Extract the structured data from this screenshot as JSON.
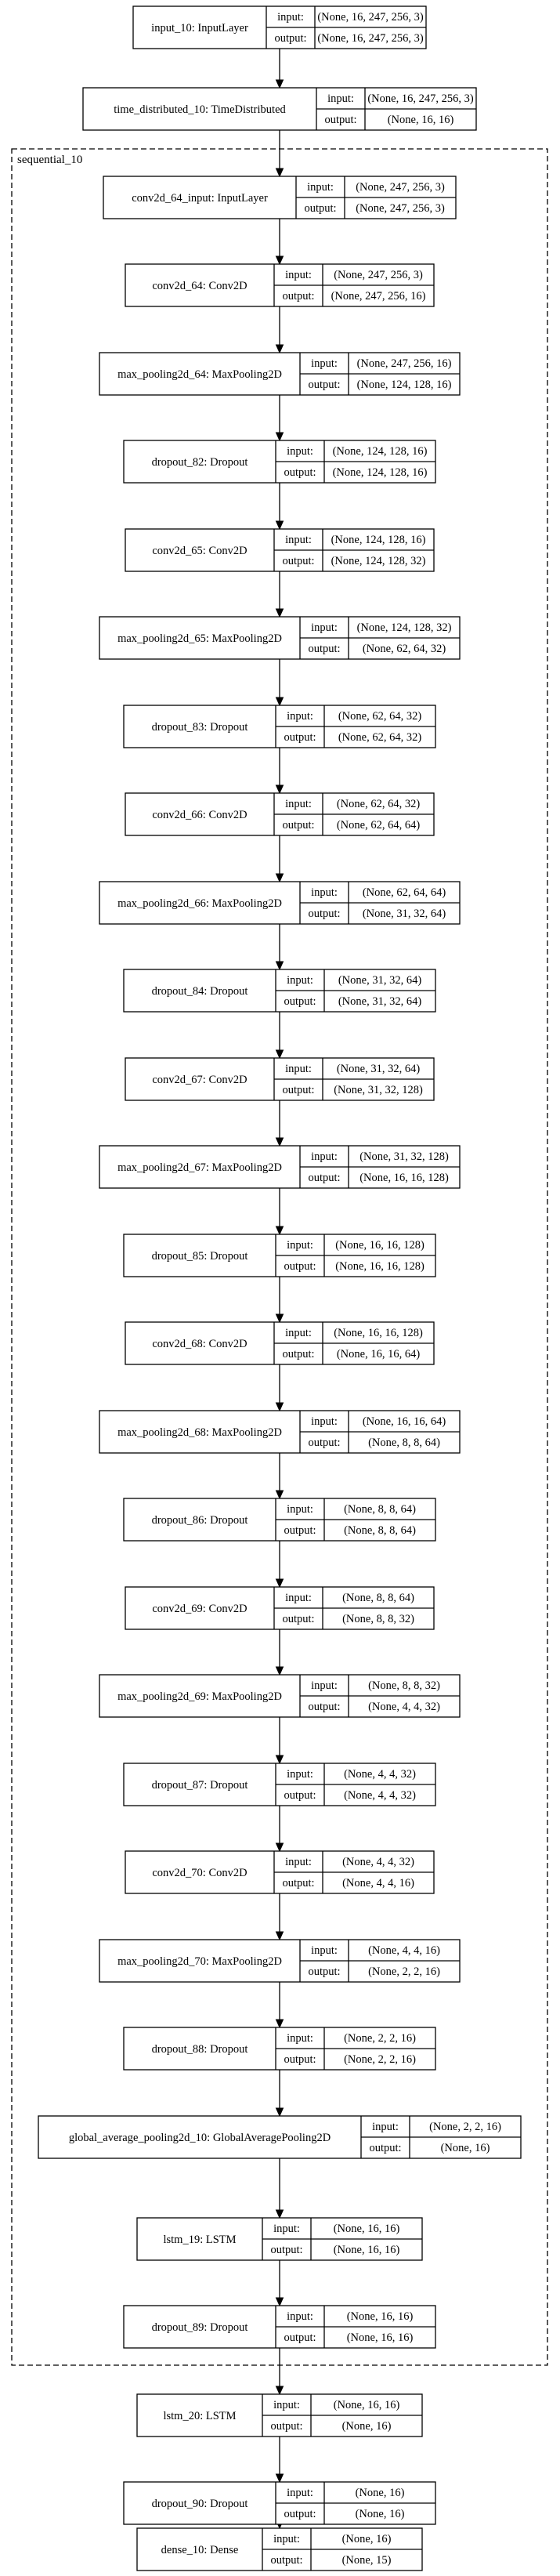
{
  "labels": {
    "input": "input:",
    "output": "output:"
  },
  "cluster": {
    "label": "sequential_10"
  },
  "nodes": [
    {
      "label": "input_10: InputLayer",
      "input": "(None, 16, 247, 256, 3)",
      "output": "(None, 16, 247, 256, 3)"
    },
    {
      "label": "time_distributed_10: TimeDistributed",
      "input": "(None, 16, 247, 256, 3)",
      "output": "(None, 16, 16)"
    },
    {
      "label": "conv2d_64_input: InputLayer",
      "input": "(None, 247, 256, 3)",
      "output": "(None, 247, 256, 3)"
    },
    {
      "label": "conv2d_64: Conv2D",
      "input": "(None, 247, 256, 3)",
      "output": "(None, 247, 256, 16)"
    },
    {
      "label": "max_pooling2d_64: MaxPooling2D",
      "input": "(None, 247, 256, 16)",
      "output": "(None, 124, 128, 16)"
    },
    {
      "label": "dropout_82: Dropout",
      "input": "(None, 124, 128, 16)",
      "output": "(None, 124, 128, 16)"
    },
    {
      "label": "conv2d_65: Conv2D",
      "input": "(None, 124, 128, 16)",
      "output": "(None, 124, 128, 32)"
    },
    {
      "label": "max_pooling2d_65: MaxPooling2D",
      "input": "(None, 124, 128, 32)",
      "output": "(None, 62, 64, 32)"
    },
    {
      "label": "dropout_83: Dropout",
      "input": "(None, 62, 64, 32)",
      "output": "(None, 62, 64, 32)"
    },
    {
      "label": "conv2d_66: Conv2D",
      "input": "(None, 62, 64, 32)",
      "output": "(None, 62, 64, 64)"
    },
    {
      "label": "max_pooling2d_66: MaxPooling2D",
      "input": "(None, 62, 64, 64)",
      "output": "(None, 31, 32, 64)"
    },
    {
      "label": "dropout_84: Dropout",
      "input": "(None, 31, 32, 64)",
      "output": "(None, 31, 32, 64)"
    },
    {
      "label": "conv2d_67: Conv2D",
      "input": "(None, 31, 32, 64)",
      "output": "(None, 31, 32, 128)"
    },
    {
      "label": "max_pooling2d_67: MaxPooling2D",
      "input": "(None, 31, 32, 128)",
      "output": "(None, 16, 16, 128)"
    },
    {
      "label": "dropout_85: Dropout",
      "input": "(None, 16, 16, 128)",
      "output": "(None, 16, 16, 128)"
    },
    {
      "label": "conv2d_68: Conv2D",
      "input": "(None, 16, 16, 128)",
      "output": "(None, 16, 16, 64)"
    },
    {
      "label": "max_pooling2d_68: MaxPooling2D",
      "input": "(None, 16, 16, 64)",
      "output": "(None, 8, 8, 64)"
    },
    {
      "label": "dropout_86: Dropout",
      "input": "(None, 8, 8, 64)",
      "output": "(None, 8, 8, 64)"
    },
    {
      "label": "conv2d_69: Conv2D",
      "input": "(None, 8, 8, 64)",
      "output": "(None, 8, 8, 32)"
    },
    {
      "label": "max_pooling2d_69: MaxPooling2D",
      "input": "(None, 8, 8, 32)",
      "output": "(None, 4, 4, 32)"
    },
    {
      "label": "dropout_87: Dropout",
      "input": "(None, 4, 4, 32)",
      "output": "(None, 4, 4, 32)"
    },
    {
      "label": "conv2d_70: Conv2D",
      "input": "(None, 4, 4, 32)",
      "output": "(None, 4, 4, 16)"
    },
    {
      "label": "max_pooling2d_70: MaxPooling2D",
      "input": "(None, 4, 4, 16)",
      "output": "(None, 2, 2, 16)"
    },
    {
      "label": "dropout_88: Dropout",
      "input": "(None, 2, 2, 16)",
      "output": "(None, 2, 2, 16)"
    },
    {
      "label": "global_average_pooling2d_10: GlobalAveragePooling2D",
      "input": "(None, 2, 2, 16)",
      "output": "(None, 16)"
    },
    {
      "label": "lstm_19: LSTM",
      "input": "(None, 16, 16)",
      "output": "(None, 16, 16)"
    },
    {
      "label": "dropout_89: Dropout",
      "input": "(None, 16, 16)",
      "output": "(None, 16, 16)"
    },
    {
      "label": "lstm_20: LSTM",
      "input": "(None, 16, 16)",
      "output": "(None, 16)"
    },
    {
      "label": "dropout_90: Dropout",
      "input": "(None, 16)",
      "output": "(None, 16)"
    },
    {
      "label": "dense_10: Dense",
      "input": "(None, 16)",
      "output": "(None, 15)"
    }
  ]
}
